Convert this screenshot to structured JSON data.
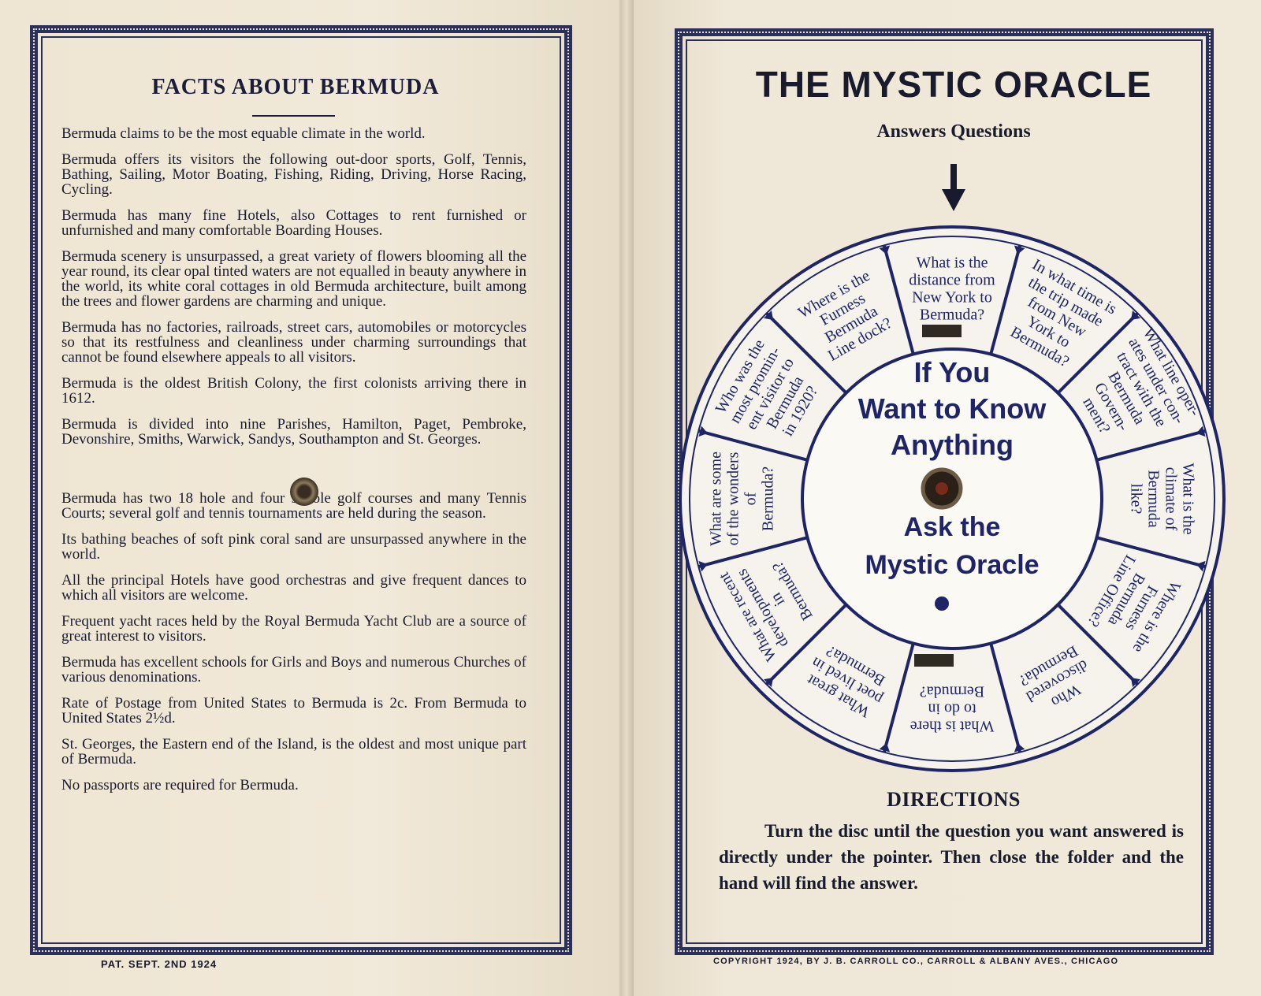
{
  "left": {
    "title": "FACTS ABOUT BERMUDA",
    "facts": [
      "Bermuda claims to be the most equable climate in the world.",
      "Bermuda offers its visitors the following out-door sports, Golf, Tennis, Bathing, Sailing, Motor Boating, Fishing, Riding, Driving, Horse Racing, Cycling.",
      "Bermuda has many fine Hotels, also Cottages to rent furnished or unfurnished and many comfortable Boarding Houses.",
      "Bermuda scenery is unsurpassed, a great variety of flowers blooming all the year round, its clear opal tinted waters are not equalled in beauty anywhere in the world, its white coral cottages in old Bermuda architecture, built among the trees and flower gardens are charming and unique.",
      "Bermuda has no factories, railroads, street cars, automobiles or motorcycles so that its restfulness and cleanliness under charming surroundings that cannot be found elsewhere appeals to all visitors.",
      "Bermuda is the oldest British Colony, the first colonists arriving there in 1612.",
      "Bermuda is divided into nine Parishes, Hamilton, Paget, Pembroke, Devonshire, Smiths, Warwick, Sandys, Southampton and St. Georges.",
      "Bermuda has two 18 hole and four 9 hole golf courses and many Tennis Courts; several golf and tennis tournaments are held during the season.",
      "Its bathing beaches of soft pink coral sand are unsurpassed anywhere in the world.",
      "All the principal Hotels have good orchestras and give frequent dances to which all visitors are welcome.",
      "Frequent yacht races held by the Royal Bermuda Yacht Club are a source of great interest to visitors.",
      "Bermuda has excellent schools for Girls and Boys and numerous Churches of various denominations.",
      "Rate of Postage from United States to Bermuda is 2c. From Bermuda to United States 2½d.",
      "St. Georges, the Eastern end of the Island, is the oldest and most unique part of Bermuda.",
      "No passports are required for Bermuda."
    ],
    "patent": "PAT. SEPT. 2ND 1924"
  },
  "right": {
    "title": "THE MYSTIC ORACLE",
    "subtitle": "Answers Questions",
    "center_top": [
      "If You",
      "Want to Know",
      "Anything"
    ],
    "center_bottom": [
      "Ask the",
      "Mystic Oracle"
    ],
    "questions": [
      "What is the|distance from|New York to|Bermuda?",
      "In what time is|the trip made|from New|York to|Bermuda?",
      "What line oper-|ates under con-|tract with the|Bermuda|Govern-|ment?",
      "What is the|climate of|Bermuda|like?",
      "Where is the|Furness|Bermuda|Line Office?",
      "Who|discovered|Bermuda?",
      "What is there|to do in|Bermuda?",
      "What great|poet lived in|Bermuda?",
      "What are recent|developments|in|Bermuda?",
      "What are some|of the wonders|of|Bermuda?",
      "Who was the|most promin-|ent visitor to|Bermuda|in 1920?",
      "Where is the|Furness|Bermuda|Line dock?"
    ],
    "directions_title": "DIRECTIONS",
    "directions_text": "Turn the disc until the question you want answered is directly under the pointer. Then close the folder and the hand will find the answer.",
    "copyright": "COPYRIGHT 1924, BY J. B. CARROLL CO., CARROLL & ALBANY AVES., CHICAGO"
  },
  "colors": {
    "ink": "#1f2466",
    "paper": "#efe7d6",
    "disc": "#f6f3ec"
  }
}
